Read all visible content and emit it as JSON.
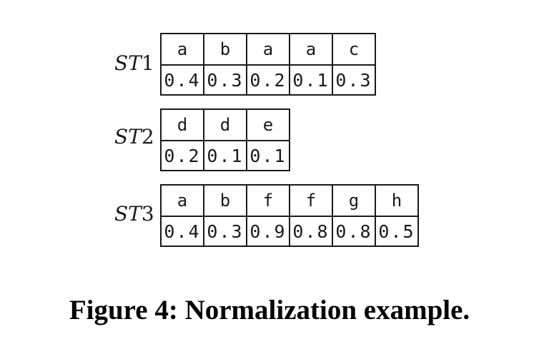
{
  "figure": {
    "rows": [
      {
        "label": "ST",
        "label_num": "1",
        "symbols": [
          "a",
          "b",
          "a",
          "a",
          "c"
        ],
        "values": [
          "0.4",
          "0.3",
          "0.2",
          "0.1",
          "0.3"
        ]
      },
      {
        "label": "ST",
        "label_num": "2",
        "symbols": [
          "d",
          "d",
          "e"
        ],
        "values": [
          "0.2",
          "0.1",
          "0.1"
        ]
      },
      {
        "label": "ST",
        "label_num": "3",
        "symbols": [
          "a",
          "b",
          "f",
          "f",
          "g",
          "h"
        ],
        "values": [
          "0.4",
          "0.3",
          "0.9",
          "0.8",
          "0.8",
          "0.5"
        ]
      }
    ],
    "caption": "Figure 4: Normalization example."
  }
}
